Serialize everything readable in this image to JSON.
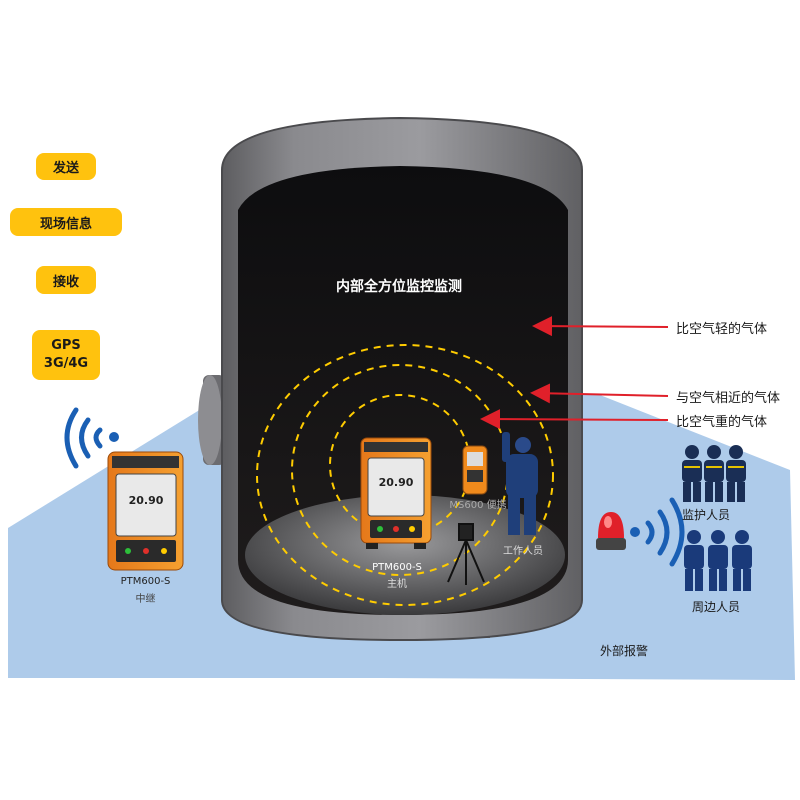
{
  "left_labels": {
    "send": "发送",
    "site_info": "现场信息",
    "receive": "接收",
    "gps_line1": "GPS",
    "gps_line2": "3G/4G"
  },
  "tank": {
    "title": "内部全方位监控监测"
  },
  "gas_labels": {
    "lighter": "比空气轻的气体",
    "similar": "与空气相近的气体",
    "heavier": "比空气重的气体"
  },
  "devices": {
    "relay_name": "PTM600-S",
    "relay_role": "中继",
    "relay_reading": "20.90",
    "host_name": "PTM600-S",
    "host_role": "主机",
    "host_reading": "20.90",
    "portable": "MS600 便携",
    "worker": "工作人员"
  },
  "people": {
    "monitors": "监护人员",
    "surrounding": "周边人员"
  },
  "alarm": {
    "external": "外部报警"
  },
  "colors": {
    "accent_yellow": "#ffc20e",
    "floor_blue": "#aecbea",
    "tank_gray": "#7d7d80",
    "device_orange": "#f08a1c",
    "wifi_blue": "#1a5fb4",
    "arrow_red": "#e0202a",
    "ring_dash": "#ffcc00"
  },
  "icons": [
    "wifi-signal-icon",
    "alarm-light-icon",
    "person-icon",
    "tripod-sensor-icon"
  ]
}
